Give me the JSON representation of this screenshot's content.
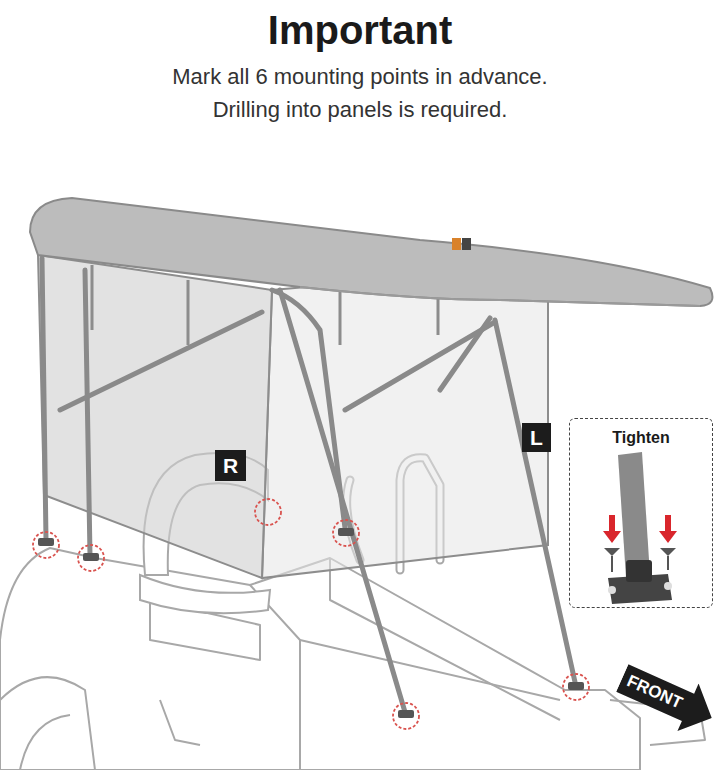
{
  "diagram": {
    "title": "Important",
    "nodes": [
      {
        "text": [
          "R"
        ]
      },
      {
        "text": [
          "L"
        ]
      },
      {
        "text": [
          "Tighten"
        ]
      },
      {
        "text": [
          "FRONT"
        ]
      }
    ],
    "labels": [
      "Mark all 6 mounting points in advance. Drilling into panels is required."
    ]
  }
}
